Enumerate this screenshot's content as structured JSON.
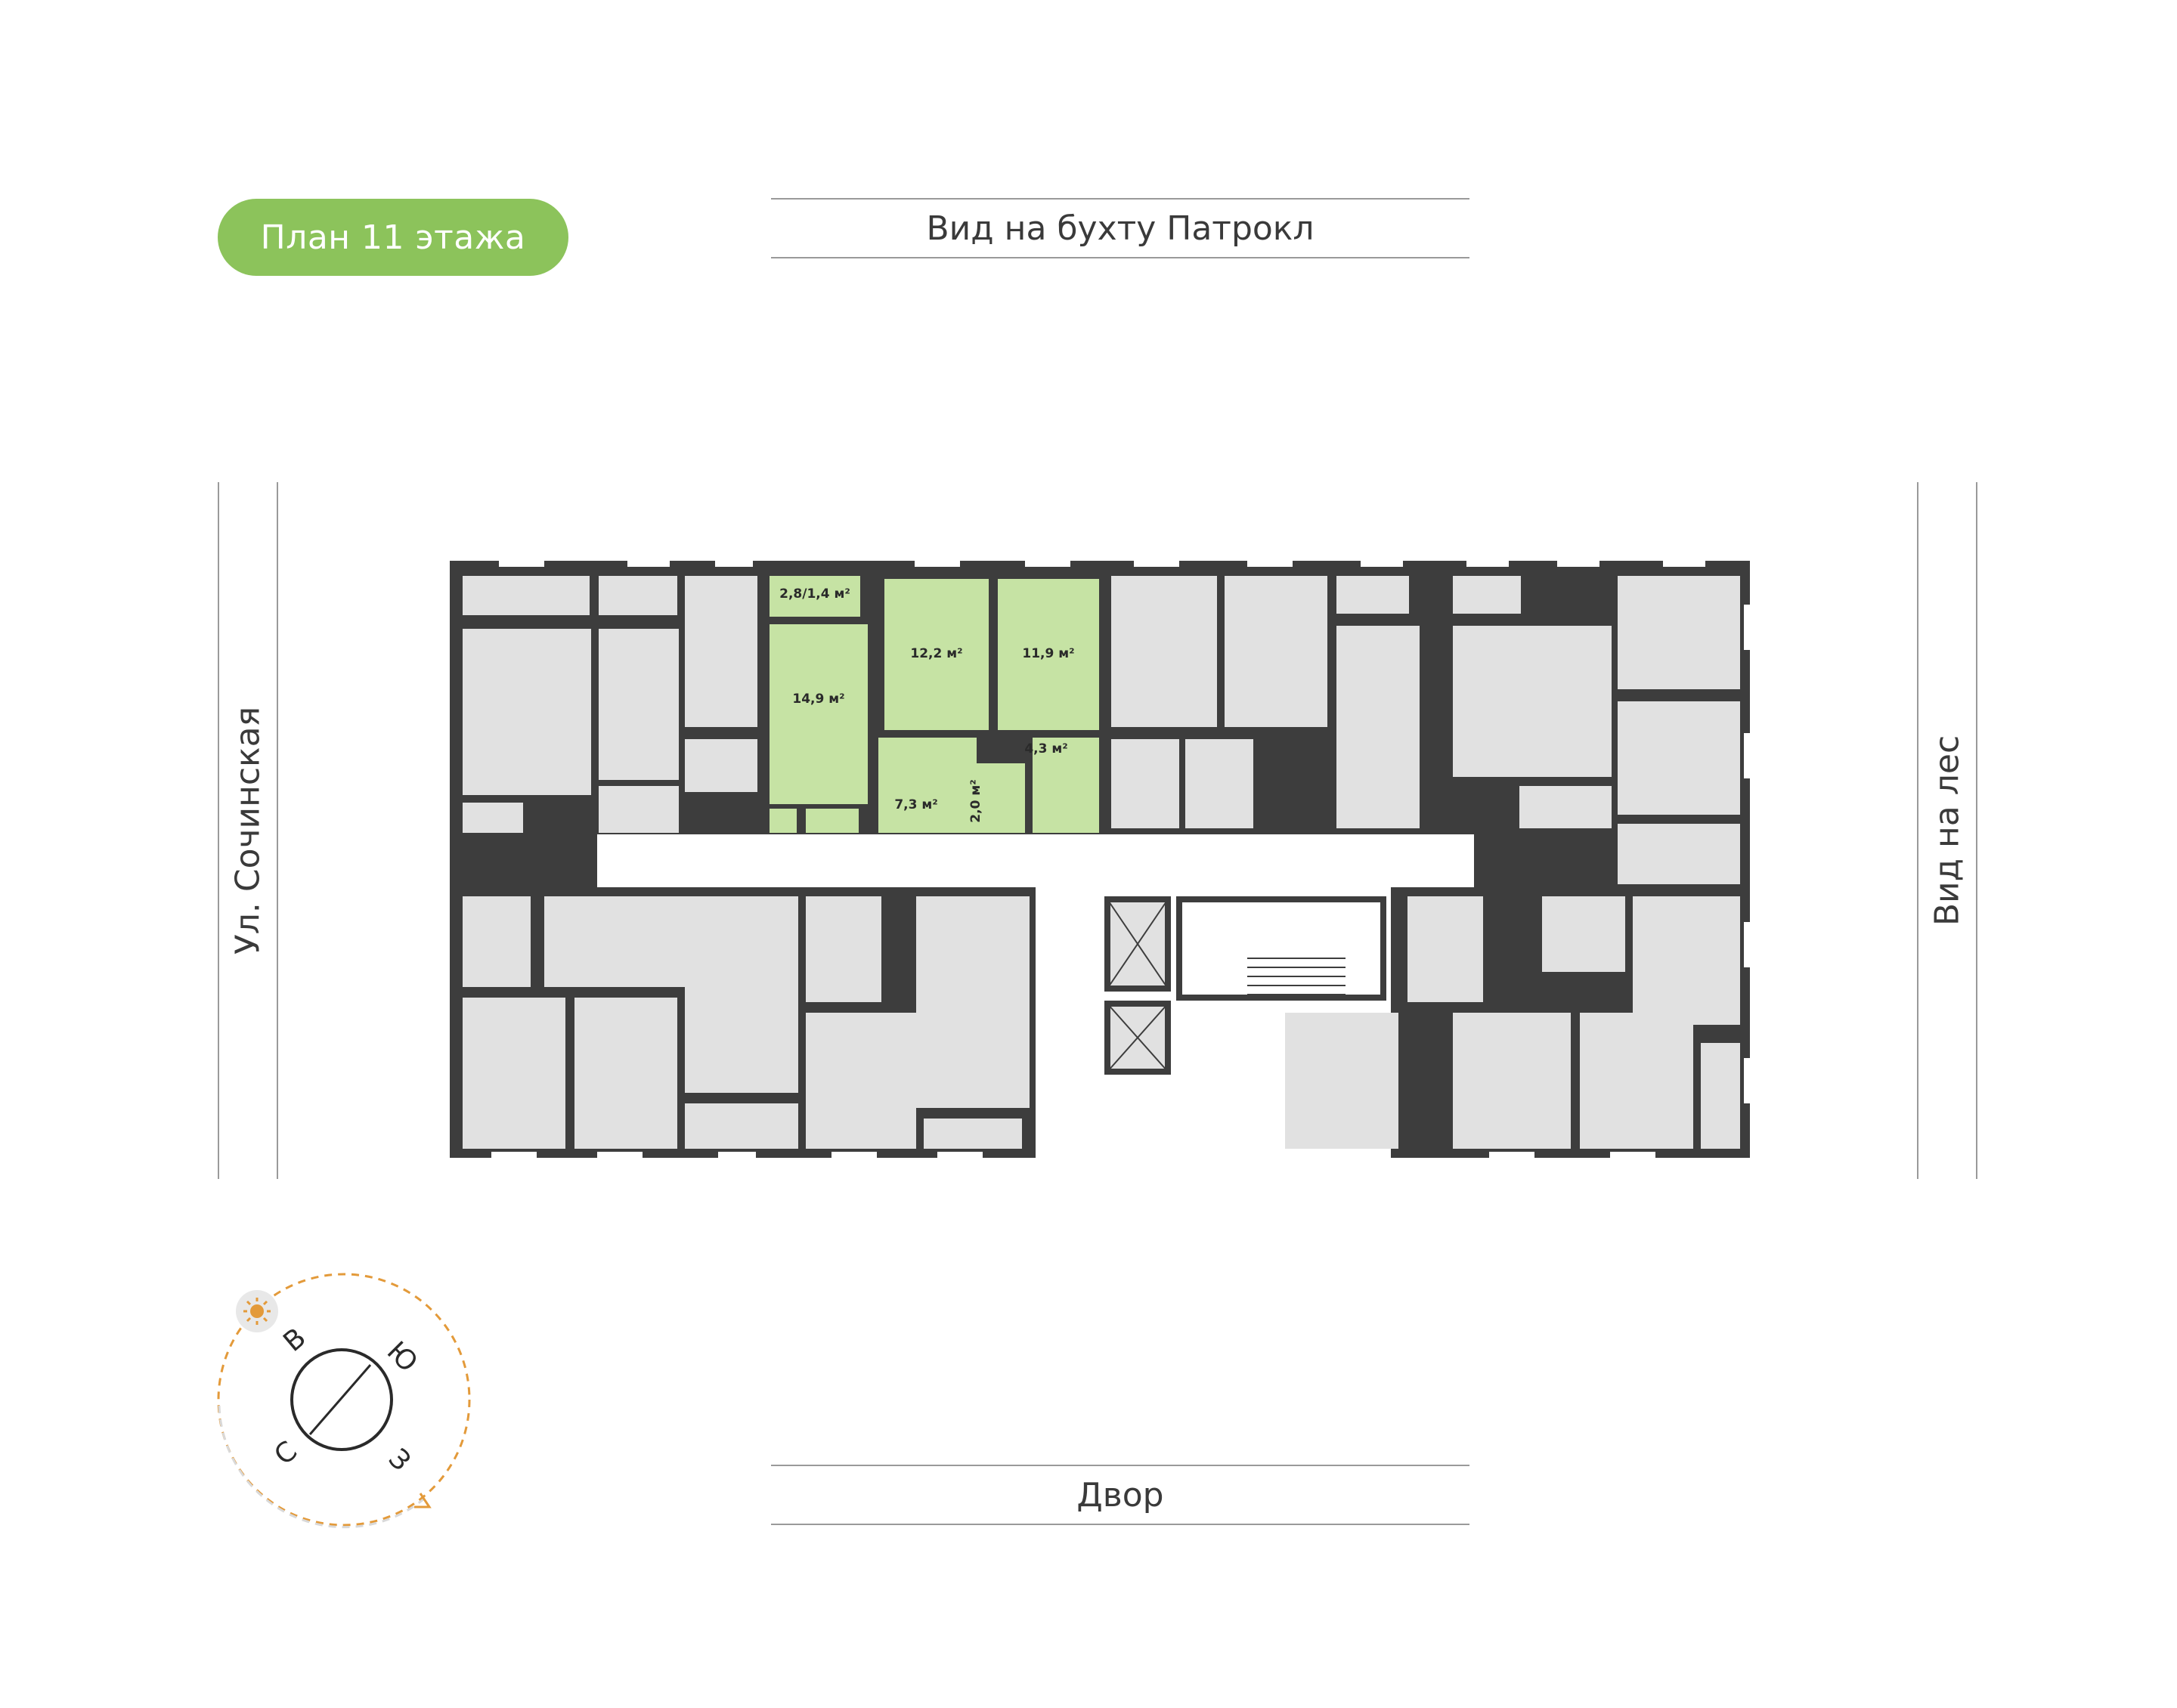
{
  "floor_title": "План 11 этажа",
  "views": {
    "top": "Вид на бухту Патрокл",
    "left": "Ул. Сочинская",
    "right": "Вид на лес",
    "bottom": "Двор"
  },
  "apartment": {
    "rooms": [
      {
        "id": "balcony",
        "area": "2,8/1,4 м²"
      },
      {
        "id": "room-1",
        "area": "14,9 м²"
      },
      {
        "id": "room-2",
        "area": "12,2 м²"
      },
      {
        "id": "room-3",
        "area": "11,9 м²"
      },
      {
        "id": "bathroom",
        "area": "4,3 м²"
      },
      {
        "id": "hall",
        "area": "7,3 м²"
      },
      {
        "id": "wc",
        "area": "2,0 м²"
      }
    ]
  },
  "compass": {
    "north": "С",
    "east": "В",
    "south": "Ю",
    "west": "З",
    "sun_icon": "sun-icon"
  },
  "colors": {
    "accent_green": "#8cc35b",
    "apartment_fill": "#c6e3a4",
    "room_fill": "#e1e1e1",
    "wall": "#3d3d3d",
    "sun_path": "#e39a3a"
  }
}
